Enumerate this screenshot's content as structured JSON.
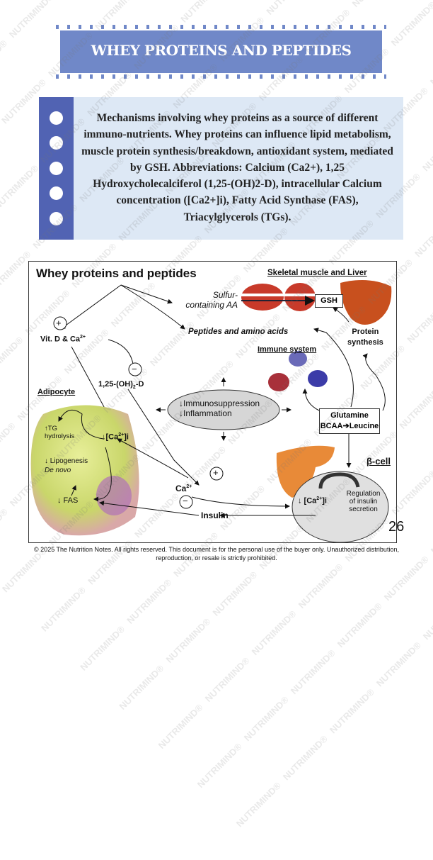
{
  "header": {
    "title": "WHEY PROTEINS AND PEPTIDES"
  },
  "description": "Mechanisms involving whey proteins as a source of different immuno-nutrients. Whey proteins can influence lipid metabolism, muscle protein synthesis/breakdown, antioxidant system, mediated by GSH. Abbreviations: Calcium (Ca2+), 1,25 Hydroxycholecalciferol (1,25-(OH)2-D), intracellular Calcium concentration ([Ca2+]i), Fatty Acid Synthase (FAS), Triacylglycerols (TGs).",
  "diagram": {
    "title": "Whey proteins and peptides",
    "skeletal_label": "Skeletal muscle and Liver",
    "sulfur_line1": "Sulfur-",
    "sulfur_line2": "containing AA",
    "gsh": "GSH",
    "plus": "+",
    "minus": "−",
    "vitd": "Vit. D & Ca",
    "sup2plus": "2+",
    "peptides": "Peptides and amino acids",
    "protein_synthesis_1": "Protein",
    "protein_synthesis_2": "synthesis",
    "immune_label": "Immune system",
    "oh_d_a": "1,25-(OH)",
    "oh_d_sub": "2",
    "oh_d_b": "-D",
    "adipocyte_label": "Adipocyte",
    "immunosuppression": "↓Immunosuppression",
    "inflammation": "↓Inflammation",
    "tg_1": "↑TG",
    "tg_2": "hydrolysis",
    "ca_i_a": "↓[Ca",
    "ca_i_b": "]i",
    "lipogenesis": "↓ Lipogenesis",
    "de_novo": "De novo",
    "fas": "↓  FAS",
    "glutamine": "Glutamine",
    "bcaa": "BCAA➔Leucine",
    "beta_cell": "β-cell",
    "ca": "Ca",
    "bcell_ca_a": "↓ [Ca",
    "bcell_ca_b": "]i",
    "regulation_1": "Regulation",
    "regulation_2": "of insulin",
    "regulation_3": "secretion",
    "insulin": "Insulin"
  },
  "page_number": "26",
  "footer": {
    "line1": "© 2025 The Nutrition Notes. All rights reserved. This document is for the personal use of the buyer only. Unauthorized distribution,",
    "line2": "reproduction, or resale is strictly prohibited."
  },
  "watermark": "NUTRIMIND®",
  "colors": {
    "banner": "#7088c8",
    "strip": "#5163b3",
    "infobox": "#dde8f5"
  }
}
